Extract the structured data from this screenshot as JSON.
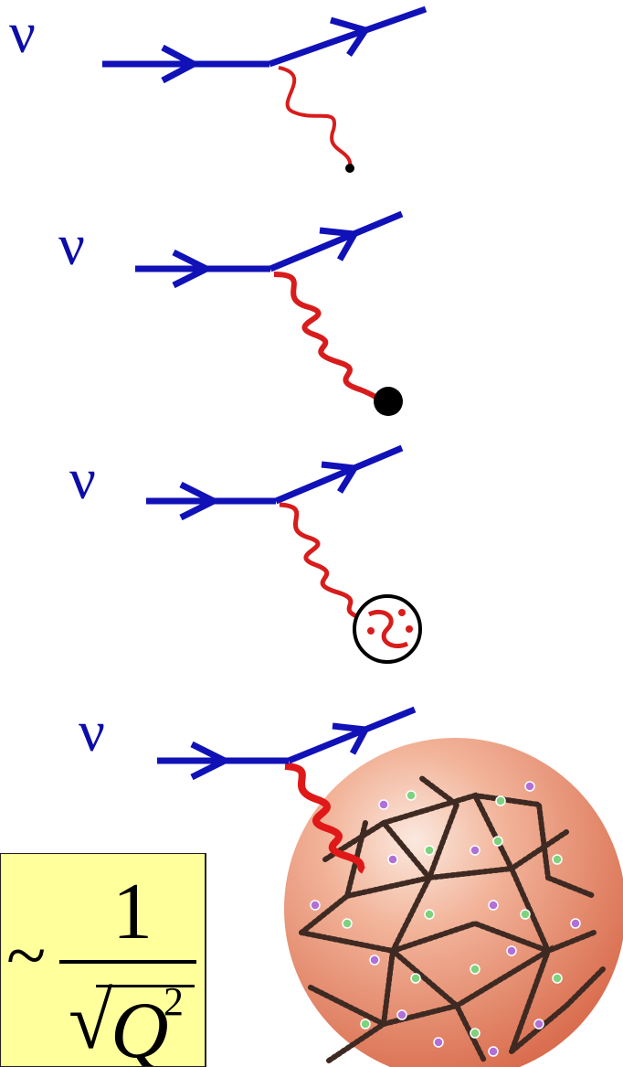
{
  "diagrams": [
    {
      "particle_label": "ν",
      "target": "small point"
    },
    {
      "particle_label": "ν",
      "target": "larger point"
    },
    {
      "particle_label": "ν",
      "target": "circle with internal structure"
    },
    {
      "particle_label": "ν",
      "target": "sphere with dense internal structure"
    }
  ],
  "formula": {
    "tilde": "~",
    "numerator": "1",
    "root": "√",
    "symbol": "Q",
    "exponent": "2"
  },
  "colors": {
    "fermion_line": "#1111b8",
    "boson_line": "#d81c1c",
    "label": "#0d0da8",
    "formula_box": "#ffff9c",
    "sphere": "#e98a6c"
  }
}
